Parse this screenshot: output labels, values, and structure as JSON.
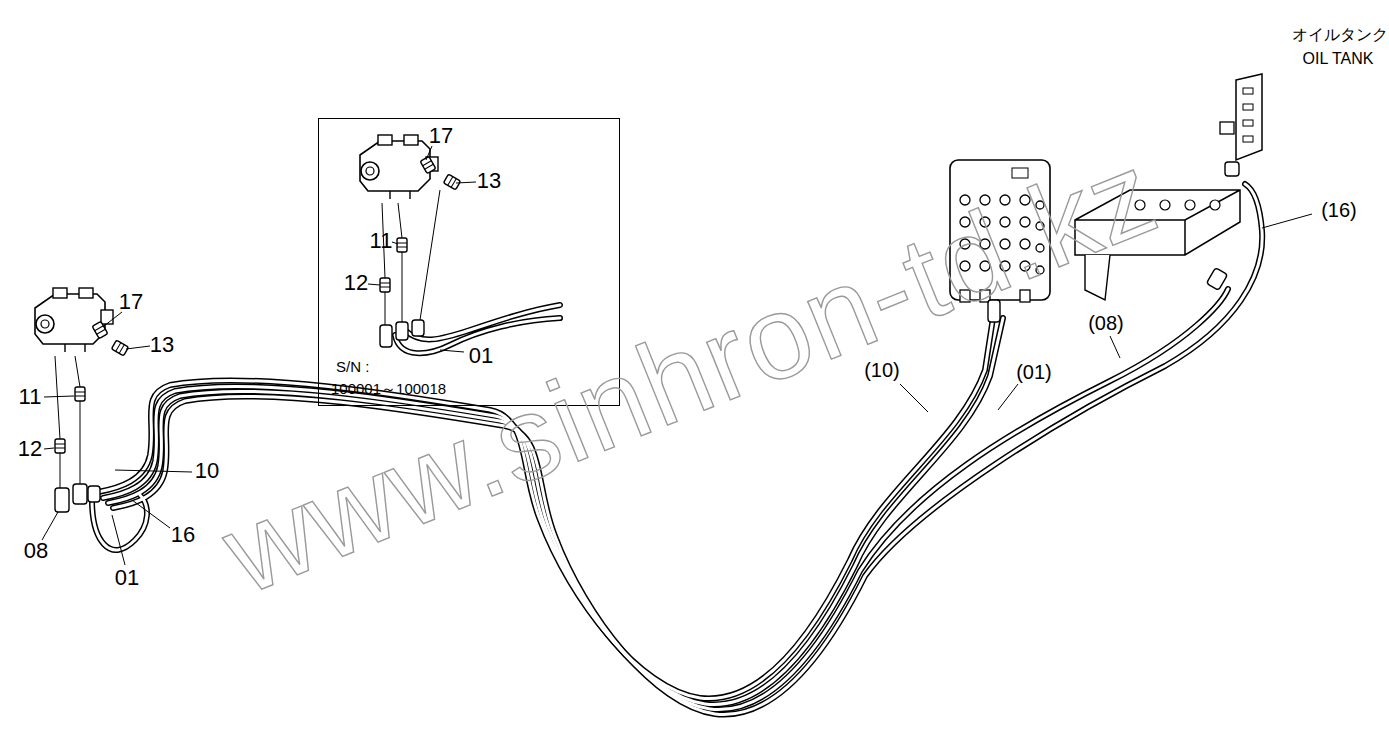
{
  "diagram": {
    "nodes": [
      {
        "text": [
          "17",
          "13",
          "11",
          "12",
          "01",
          "S/N :",
          "100001～100018"
        ]
      }
    ],
    "labels": [
      "17",
      "13",
      "11",
      "12",
      "10",
      "16",
      "08",
      "01",
      "(10)",
      "(01)",
      "(08)",
      "(16)",
      "オイルタンク",
      "OIL TANK",
      "www.sinhron-td.kz"
    ]
  }
}
